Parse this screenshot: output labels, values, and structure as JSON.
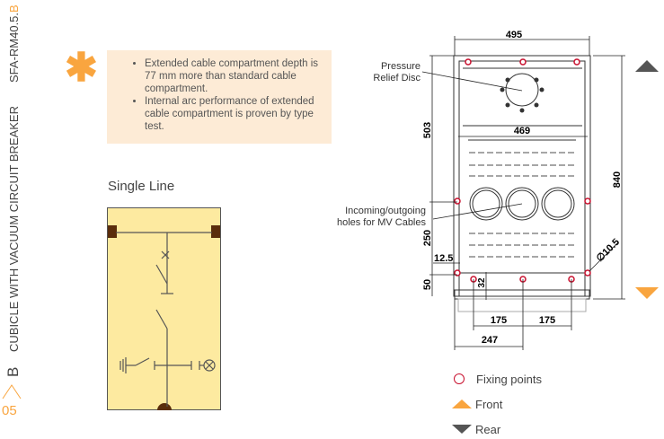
{
  "sidebar": {
    "doc_code": "SFA-RM40.5.",
    "doc_code_suffix": "B",
    "title": "CUBICLE WITH VACUUM CIRCUIT BREAKER",
    "section": "B",
    "page": "05"
  },
  "note": {
    "items": [
      "Extended cable compartment depth is 77 mm more than standard cable compartment.",
      "Internal arc performance of extended cable compartment is proven by type test."
    ]
  },
  "single_line": {
    "title": "Single Line"
  },
  "drawing": {
    "labels": {
      "pressure": "Pressure",
      "relief": "Relief Disc",
      "incoming": "Incoming/outgoing",
      "holes": "holes for MV Cables"
    },
    "dims": {
      "width": "495",
      "inner": "469",
      "height": "840",
      "upper": "503",
      "lower": "250",
      "base": "50",
      "edge": "12.5",
      "offset": "32",
      "pitch1": "175",
      "pitch2": "175",
      "half": "247",
      "dia": "∅10.5"
    }
  },
  "legend": {
    "fixing": "Fixing points",
    "front": "Front",
    "rear": "Rear"
  },
  "colors": {
    "accent": "#f9a53f",
    "fixing": "#c8102e",
    "rear": "#555555",
    "panel": "#fdeaa0"
  }
}
